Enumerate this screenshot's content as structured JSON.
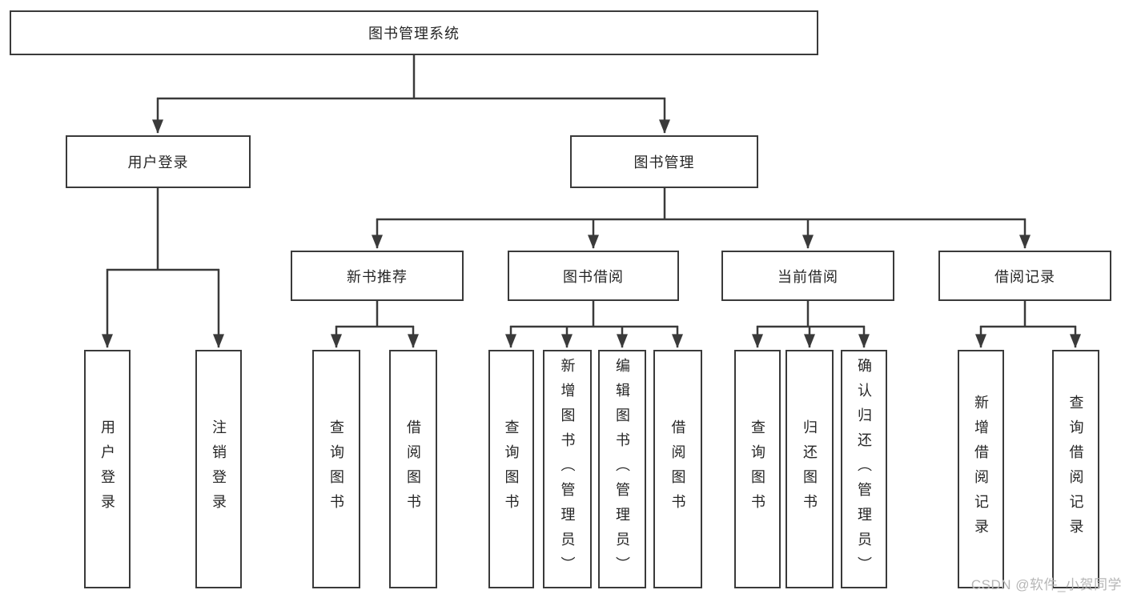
{
  "diagram_type": "hierarchy-tree",
  "colors": {
    "line": "#3a3a3a",
    "text": "#262626",
    "watermark": "#b6b6b6",
    "background": "#ffffff"
  },
  "tree": {
    "root": {
      "label": "图书管理系统",
      "children": [
        {
          "label": "用户登录",
          "children": [
            {
              "label": "用户登录"
            },
            {
              "label": "注销登录"
            }
          ]
        },
        {
          "label": "图书管理",
          "children": [
            {
              "label": "新书推荐",
              "children": [
                {
                  "label": "查询图书"
                },
                {
                  "label": "借阅图书"
                }
              ]
            },
            {
              "label": "图书借阅",
              "children": [
                {
                  "label": "查询图书"
                },
                {
                  "label": "新增图书（管理员）"
                },
                {
                  "label": "编辑图书（管理员）"
                },
                {
                  "label": "借阅图书"
                }
              ]
            },
            {
              "label": "当前借阅",
              "children": [
                {
                  "label": "查询图书"
                },
                {
                  "label": "归还图书"
                },
                {
                  "label": "确认归还（管理员）"
                }
              ]
            },
            {
              "label": "借阅记录",
              "children": [
                {
                  "label": "新增借阅记录"
                },
                {
                  "label": "查询借阅记录"
                }
              ]
            }
          ]
        }
      ]
    }
  },
  "watermark": {
    "text": "CSDN @软件_小贺同学"
  }
}
